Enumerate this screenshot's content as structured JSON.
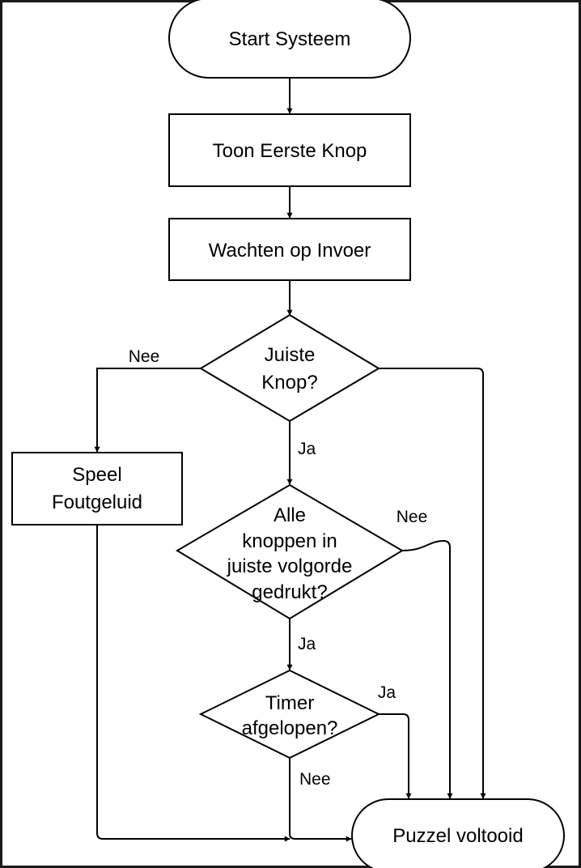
{
  "diagram": {
    "nodes": {
      "start": {
        "shape": "terminator",
        "lines": [
          "Start Systeem"
        ]
      },
      "toon": {
        "shape": "process",
        "lines": [
          "Toon Eerste Knop"
        ]
      },
      "wacht": {
        "shape": "process",
        "lines": [
          "Wachten op Invoer"
        ]
      },
      "juist": {
        "shape": "decision",
        "lines": [
          "Juiste",
          "Knop?"
        ]
      },
      "speel": {
        "shape": "process",
        "lines": [
          "Speel",
          "Foutgeluid"
        ]
      },
      "alle": {
        "shape": "decision",
        "lines": [
          "Alle",
          "knoppen in",
          "juiste volgorde",
          "gedrukt?"
        ]
      },
      "timer": {
        "shape": "decision",
        "lines": [
          "Timer",
          "afgelopen?"
        ]
      },
      "puzzel": {
        "shape": "terminator",
        "lines": [
          "Puzzel voltooid"
        ]
      }
    },
    "edges": [
      {
        "from": "start",
        "to": "toon",
        "label": ""
      },
      {
        "from": "toon",
        "to": "wacht",
        "label": ""
      },
      {
        "from": "wacht",
        "to": "juist",
        "label": ""
      },
      {
        "from": "juist",
        "to": "speel",
        "label": "Nee"
      },
      {
        "from": "juist",
        "to": "alle",
        "label": "Ja"
      },
      {
        "from": "juist",
        "to": "puzzel",
        "label": ""
      },
      {
        "from": "alle",
        "to": "puzzel",
        "label": "Nee"
      },
      {
        "from": "alle",
        "to": "timer",
        "label": "Ja"
      },
      {
        "from": "timer",
        "to": "puzzel",
        "label": "Ja"
      },
      {
        "from": "timer",
        "to": "puzzel",
        "label": "Nee"
      },
      {
        "from": "speel",
        "to": "puzzel",
        "label": ""
      }
    ]
  }
}
